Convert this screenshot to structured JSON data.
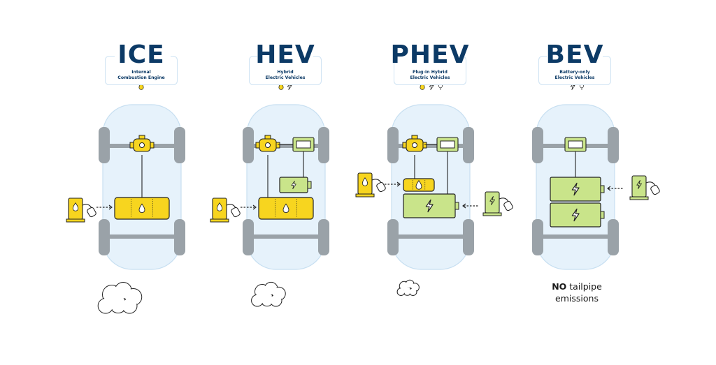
{
  "panels": [
    {
      "id": "ice",
      "title": "ICE",
      "subtitle": [
        "Internal",
        "Combustion Engine"
      ]
    },
    {
      "id": "hev",
      "title": "HEV",
      "subtitle": [
        "Hybrid",
        "Electric Vehicles"
      ]
    },
    {
      "id": "phev",
      "title": "PHEV",
      "subtitle": [
        "Plug-in Hybrid",
        "Electric Vehicles"
      ]
    },
    {
      "id": "bev",
      "title": "BEV",
      "subtitle": [
        "Battery-only",
        "Electric Vehicles"
      ]
    }
  ],
  "bev_note": {
    "bold": "NO",
    "rest_line1": " tailpipe",
    "line2": "emissions"
  },
  "colors": {
    "title": "#0c3a66",
    "fuel_yellow": "#f7d51f",
    "battery_green": "#c9e48a",
    "car_body": "#e6f2fb",
    "wheel": "#9aa2a8",
    "outline": "#222222"
  },
  "icons": [
    "fuel-drop-icon",
    "lightning-icon",
    "plug-icon",
    "fuel-pump-icon",
    "charger-icon",
    "engine-icon",
    "inverter-icon",
    "smoke-cloud-icon"
  ]
}
